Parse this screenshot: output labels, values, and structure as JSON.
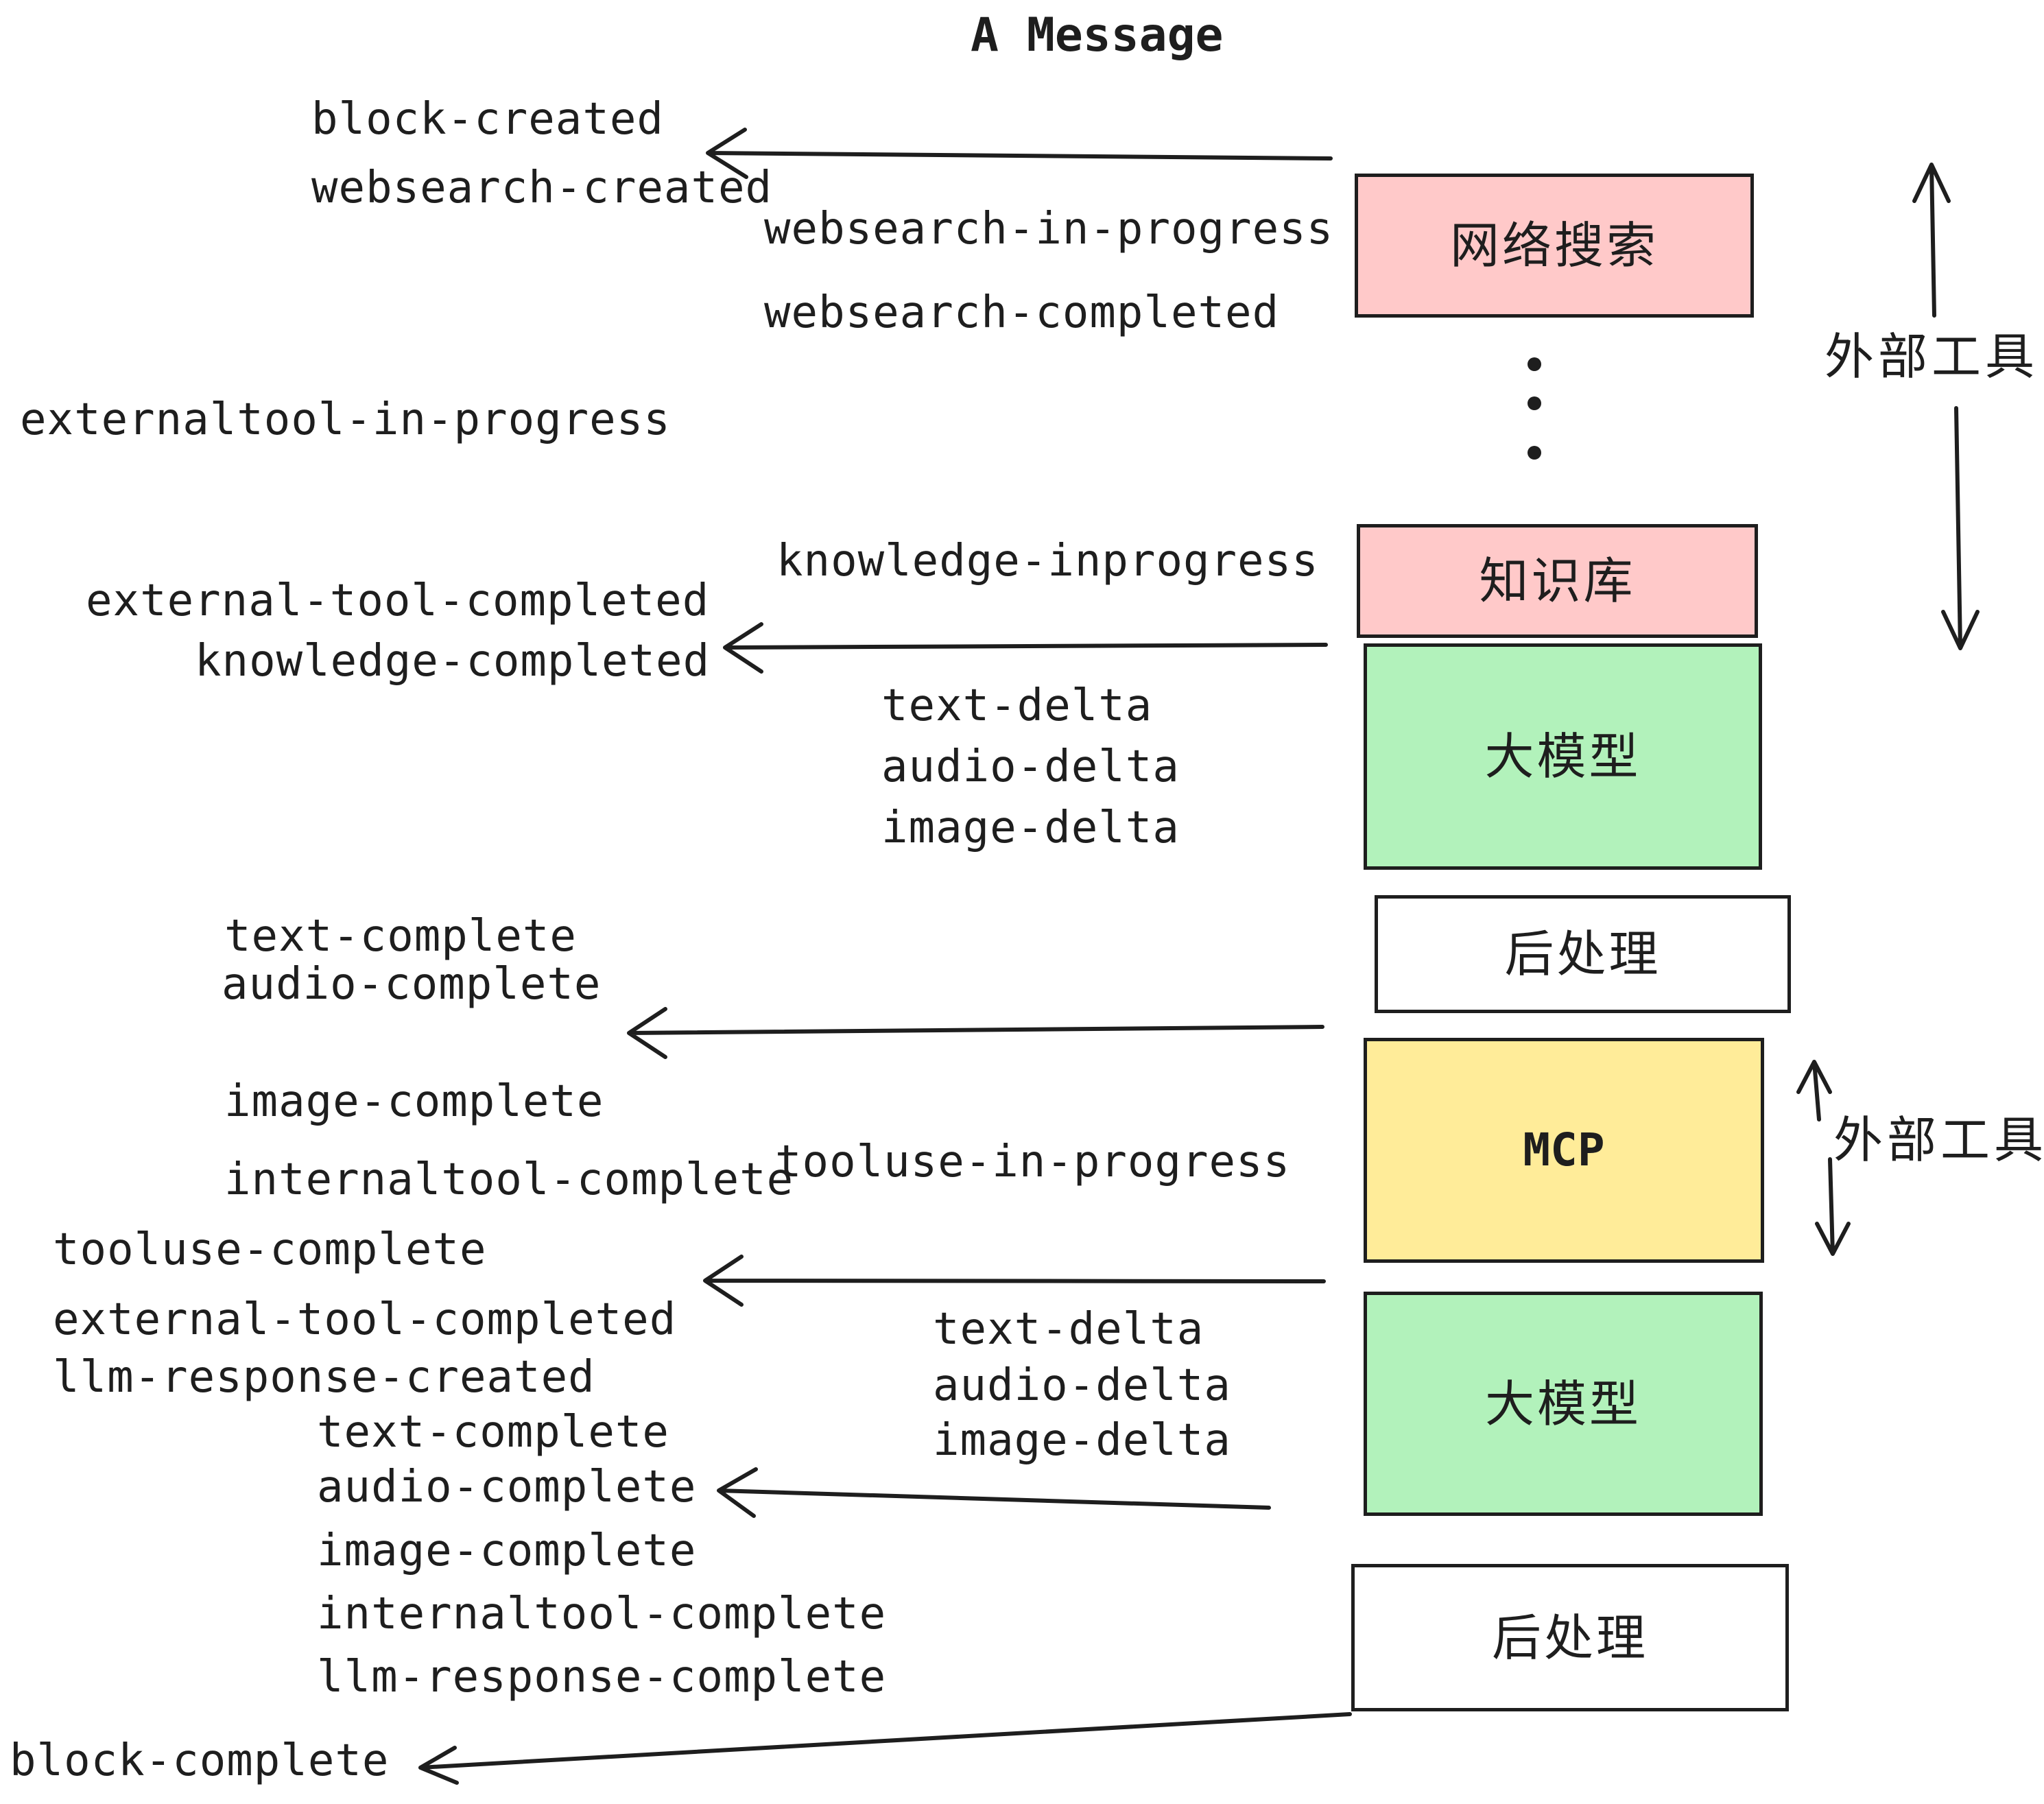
{
  "title": "A Message",
  "colors": {
    "pink": "#ffc9c9",
    "green": "#b2f2bb",
    "yellow": "#ffec99",
    "white": "#ffffff",
    "stroke": "#1e1e1e"
  },
  "boxes": {
    "websearch": {
      "label": "网络搜索",
      "color": "#ffc9c9"
    },
    "knowledge": {
      "label": "知识库",
      "color": "#ffc9c9"
    },
    "llm1": {
      "label": "大模型",
      "color": "#b2f2bb"
    },
    "post1": {
      "label": "后处理",
      "color": "#ffffff"
    },
    "mcp": {
      "label": "MCP",
      "color": "#ffec99"
    },
    "llm2": {
      "label": "大模型",
      "color": "#b2f2bb"
    },
    "post2": {
      "label": "后处理",
      "color": "#ffffff"
    }
  },
  "side_labels": {
    "external_tools_top": "外部工具",
    "external_tools_mcp": "外部工具"
  },
  "events": {
    "block_created": "block-created",
    "websearch_created": "websearch-created",
    "websearch_in_progress": "websearch-in-progress",
    "websearch_completed": "websearch-completed",
    "externaltool_in_progress": "externaltool-in-progress",
    "knowledge_inprogress": "knowledge-inprogress",
    "external_tool_completed": "external-tool-completed",
    "knowledge_completed": "knowledge-completed",
    "text_delta_1": "text-delta",
    "audio_delta_1": "audio-delta",
    "image_delta_1": "image-delta",
    "text_complete_1": "text-complete",
    "audio_complete_1": "audio-complete",
    "image_complete_1": "image-complete",
    "internaltool_complete_1": "internaltool-complete",
    "tooluse_in_progress": "tooluse-in-progress",
    "tooluse_complete": "tooluse-complete",
    "external_tool_completed_2": "external-tool-completed",
    "llm_response_created": "llm-response-created",
    "text_complete_2": "text-complete",
    "audio_complete_2": "audio-complete",
    "image_complete_2": "image-complete",
    "internaltool_complete_2": "internaltool-complete",
    "llm_response_complete": "llm-response-complete",
    "block_complete": "block-complete",
    "text_delta_2": "text-delta",
    "audio_delta_2": "audio-delta",
    "image_delta_2": "image-delta"
  }
}
